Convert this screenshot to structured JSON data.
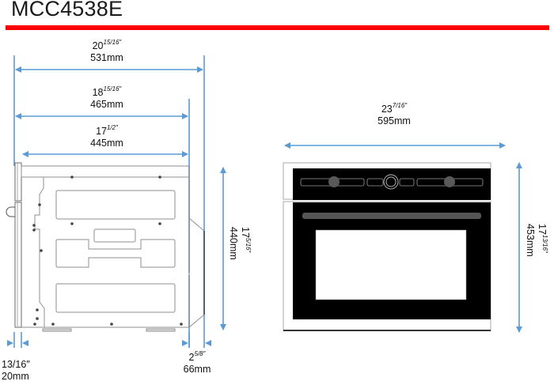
{
  "header": {
    "model": "MCC4538E",
    "accent_color": "#ff0000"
  },
  "side_view": {
    "dimensions": {
      "overall_depth": {
        "whole": "20",
        "fraction": "15/16″",
        "mm": "531mm"
      },
      "body_depth": {
        "whole": "18",
        "fraction": "15/16″",
        "mm": "465mm"
      },
      "cavity_depth": {
        "whole": "17",
        "fraction": "1/2″",
        "mm": "445mm"
      },
      "height": {
        "whole": "17",
        "fraction": "5/16″",
        "mm": "440mm"
      },
      "front_panel_thickness": {
        "inch": "13/16″",
        "mm": "20mm"
      },
      "rear_protrusion": {
        "whole": "2",
        "fraction": "5/8″",
        "mm": "66mm"
      }
    }
  },
  "front_view": {
    "dimensions": {
      "width": {
        "whole": "23",
        "fraction": "7/16″",
        "mm": "595mm"
      },
      "height": {
        "whole": "17",
        "fraction": "13/16″",
        "mm": "453mm"
      }
    }
  },
  "colors": {
    "dimension_line": "#5b9bd5",
    "outline": "#9a9a9a",
    "panel_black": "#000000",
    "knob_gray": "#595959"
  }
}
